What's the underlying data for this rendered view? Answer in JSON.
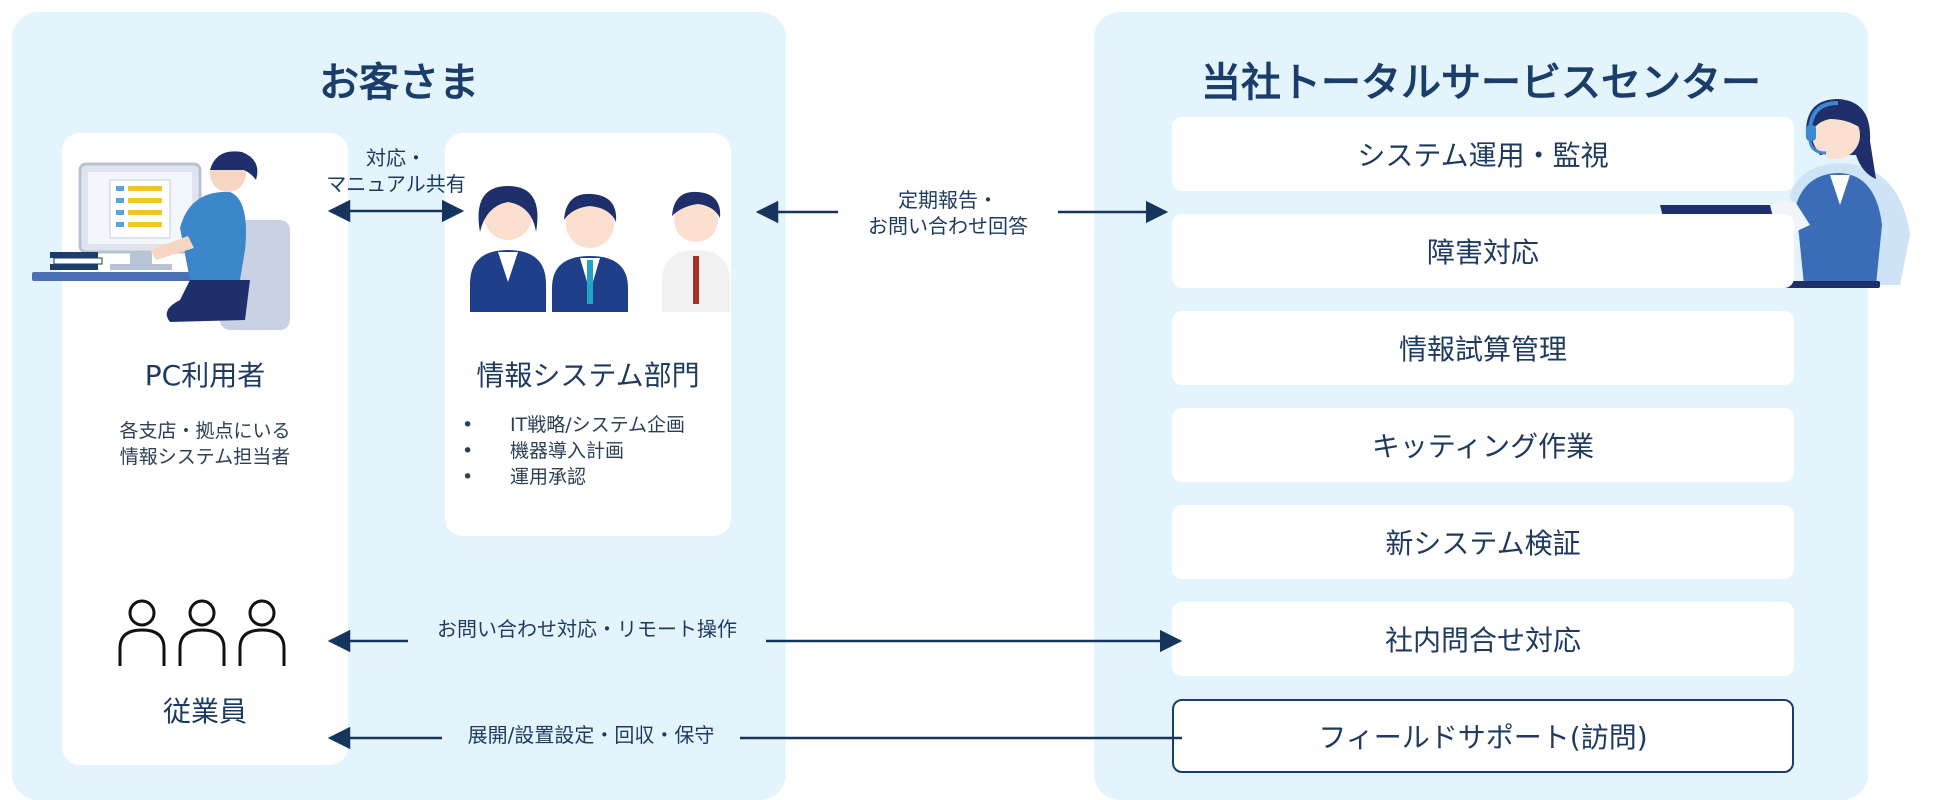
{
  "customer": {
    "title": "お客さま",
    "pc_user": {
      "label": "PC利用者",
      "desc_line1": "各支店・拠点にいる",
      "desc_line2": "情報システム担当者"
    },
    "it_dept": {
      "label": "情報システム部門",
      "bullets": [
        "IT戦略/システム企画",
        "機器導入計画",
        "運用承認"
      ]
    },
    "employees": {
      "label": "従業員"
    }
  },
  "center": {
    "title": "当社トータルサービスセンター",
    "services": [
      "システム運用・監視",
      "障害対応",
      "情報試算管理",
      "キッティング作業",
      "新システム検証",
      "社内問合せ対応",
      "フィールドサポート(訪問)"
    ]
  },
  "arrows": {
    "pc_is_line1": "対応・",
    "pc_is_line2": "マニュアル共有",
    "report_line1": "定期報告・",
    "report_line2": "お問い合わせ回答",
    "inquiry": "お問い合わせ対応・リモート操作",
    "field": "展開/設置設定・回収・保守"
  },
  "colors": {
    "panel": "#e3f4fc",
    "navy": "#1b3d6a",
    "arrow": "#16355d"
  }
}
